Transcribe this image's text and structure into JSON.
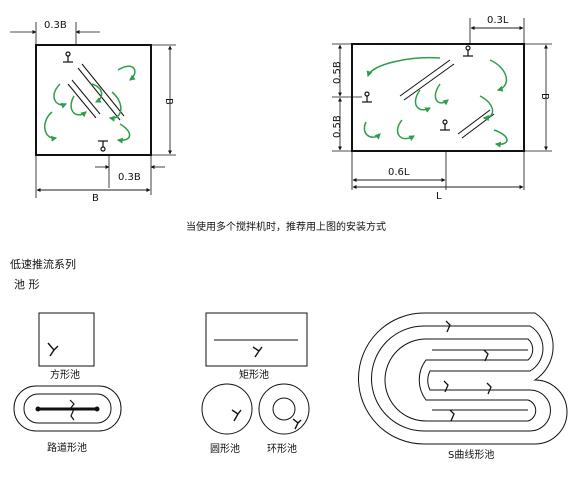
{
  "diagram_left": {
    "dim_top": "0.3B",
    "dim_bottom_inner": "0.3B",
    "dim_bottom": "B",
    "dim_right": "B"
  },
  "diagram_right": {
    "dim_top": "0.3L",
    "dim_left_upper": "0.5B",
    "dim_left_lower": "0.5B",
    "dim_right": "B",
    "dim_bottom_inner": "0.6L",
    "dim_bottom": "L"
  },
  "caption_install": "当使用多个搅拌机时，推荐用上图的安装方式",
  "series_title": "低速推流系列",
  "pool_shapes_title": "池 形",
  "pool_labels": {
    "square": "方形池",
    "rect": "矩形池",
    "track": "路道形池",
    "round": "圆形池",
    "ring": "环形池",
    "s_curve": "S曲线形池"
  },
  "colors": {
    "flow_arrow": "#2e9e4a",
    "line": "#111111"
  }
}
